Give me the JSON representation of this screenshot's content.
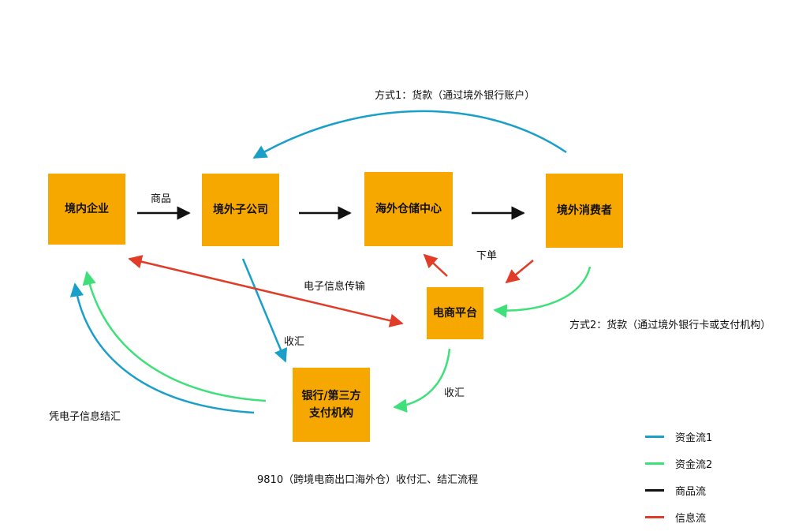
{
  "nodes": {
    "domestic_enterprise": "境内企业",
    "overseas_subsidiary": "境外子公司",
    "overseas_warehouse": "海外仓储中心",
    "overseas_consumer": "境外消费者",
    "ecommerce_platform": "电商平台",
    "bank_line1": "银行/第三方",
    "bank_line2": "支付机构"
  },
  "labels": {
    "goods": "商品",
    "method1": "方式1：货款（通过境外银行账户）",
    "method2": "方式2：货款（通过境外银行卡或支付机构）",
    "place_order": "下单",
    "electronic_info": "电子信息传输",
    "collect_subsidiary": "收汇",
    "collect_platform": "收汇",
    "settle": "凭电子信息结汇",
    "caption": "9810（跨境电商出口海外仓）收付汇、结汇流程"
  },
  "colors": {
    "node_fill": "#f7a800",
    "fund_flow_1": "#1aa0c8",
    "fund_flow_2": "#3ee07a",
    "goods_flow": "#111111",
    "info_flow": "#e03c28"
  },
  "legend": [
    {
      "label": "资金流1",
      "color": "#1aa0c8"
    },
    {
      "label": "资金流2",
      "color": "#3ee07a"
    },
    {
      "label": "商品流",
      "color": "#111111"
    },
    {
      "label": "信息流",
      "color": "#e03c28"
    }
  ]
}
